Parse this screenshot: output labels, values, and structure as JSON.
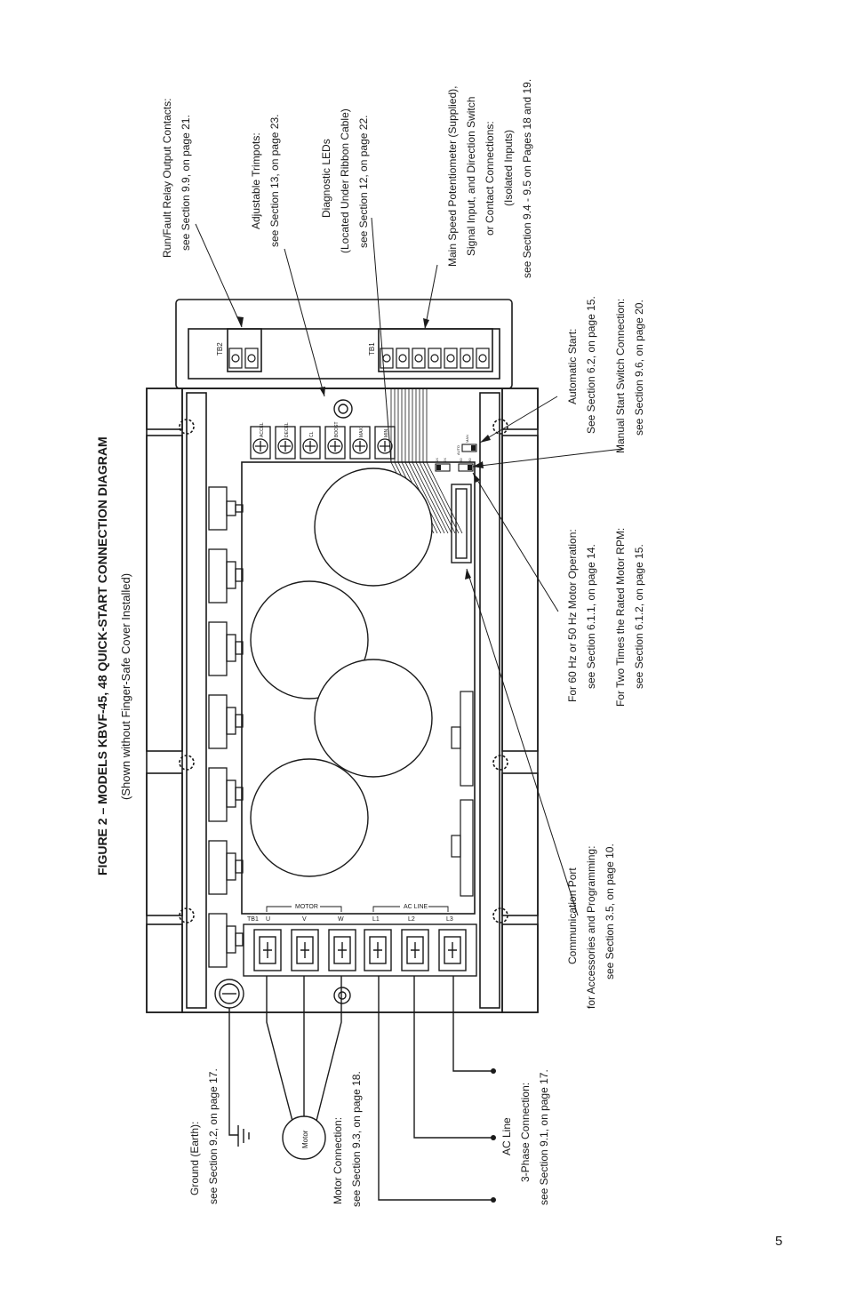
{
  "figure": {
    "title": "FIGURE 2 – MODELS KBVF-45, 48 QUICK-START CONNECTION DIAGRAM",
    "subtitle": "(Shown without Finger-Safe Cover Installed)"
  },
  "callouts": {
    "run_fault": [
      "Run/Fault Relay Output Contacts:",
      "see Section 9.9, on page 21."
    ],
    "trimpots": [
      "Adjustable Trimpots:",
      "see Section 13, on page 23."
    ],
    "diag_leds": [
      "Diagnostic LEDs",
      "(Located Under Ribbon Cable)",
      "see Section 12, on page 22."
    ],
    "main_speed": [
      "Main Speed Potentiometer (Supplied),",
      "Signal Input, and Direction Switch",
      "or Contact Connections:",
      "(Isolated Inputs)",
      "see Section 9.4 - 9.5 on Pages 18 and 19."
    ],
    "auto_start": [
      "Automatic Start:",
      "See Section 6.2, on page 15."
    ],
    "manual_start": [
      "Manual Start Switch Connection:",
      "see Section 9.6, on page 20."
    ],
    "hz_operation": [
      "For 60 Hz or 50 Hz Motor Operation:",
      "see Section 6.1.1, on page 14."
    ],
    "two_times_rpm": [
      "For Two Times the Rated Motor RPM:",
      "see Section 6.1.2, on page 15."
    ],
    "comm_port": [
      "Communication Port",
      "for Accessories and Programming:",
      "see Section 3.5, on page 10."
    ],
    "ground": [
      "Ground (Earth):",
      "see Section 9.2, on page 17."
    ],
    "motor_conn": [
      "Motor Connection:",
      "see Section 9.3,  on page 18."
    ],
    "ac_line": [
      "AC Line",
      "3-Phase Connection:",
      "see Section 9.1, on page 17."
    ]
  },
  "board": {
    "tb1": "TB1",
    "tb2": "TB2",
    "motor_group": "MOTOR",
    "ac_group": "AC LINE",
    "terminals": [
      "U",
      "V",
      "W",
      "L1",
      "L2",
      "L3"
    ],
    "trimpots": [
      "ACCEL",
      "DECEL",
      "CL",
      "BOOST",
      "MAX",
      "MIN"
    ],
    "jumpers": [
      "AUTO",
      "MAN",
      "50",
      "60",
      "1X",
      "2X"
    ],
    "motor_symbol": "Motor"
  },
  "page": {
    "number": "5"
  }
}
